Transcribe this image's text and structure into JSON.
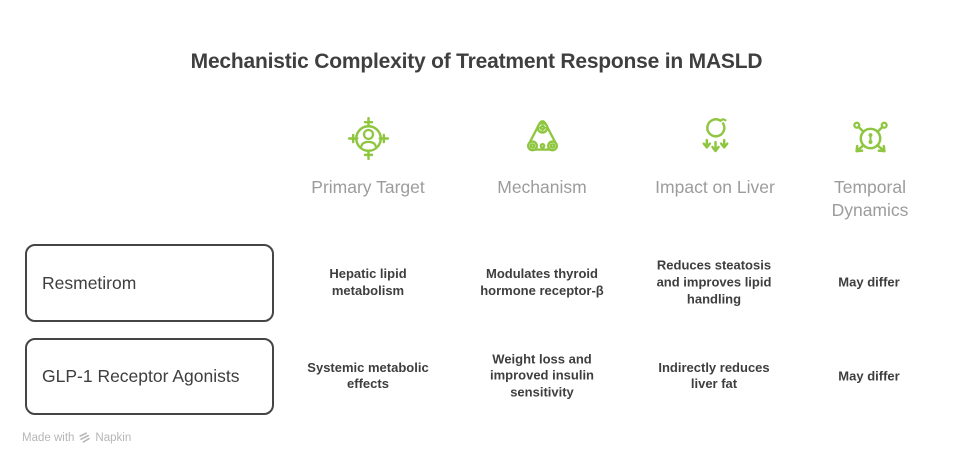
{
  "title": "Mechanistic Complexity of Treatment Response in MASLD",
  "colors": {
    "accent_green": "#8fc640",
    "title_text": "#3f3f3f",
    "header_gray": "#9c9c9c",
    "cell_text": "#3e3e3e",
    "box_border": "#454545",
    "footer_gray": "#b6b6b6"
  },
  "columns": [
    {
      "label": "Primary Target",
      "icon": "person-target-icon"
    },
    {
      "label": "Mechanism",
      "icon": "gears-belt-icon"
    },
    {
      "label": "Impact on Liver",
      "icon": "impact-down-arrows-icon"
    },
    {
      "label": "Temporal Dynamics",
      "icon": "network-diverge-arrows-icon"
    }
  ],
  "rows": [
    {
      "label": "Resmetirom",
      "cells": [
        "Hepatic lipid metabolism",
        "Modulates thyroid hormone receptor-β",
        "Reduces steatosis and improves lipid handling",
        "May differ"
      ]
    },
    {
      "label": "GLP-1 Receptor Agonists",
      "cells": [
        "Systemic metabolic effects",
        "Weight loss and improved insulin sensitivity",
        "Indirectly reduces liver fat",
        "May differ"
      ]
    }
  ],
  "footer": {
    "made_with": "Made with",
    "brand": "Napkin"
  }
}
